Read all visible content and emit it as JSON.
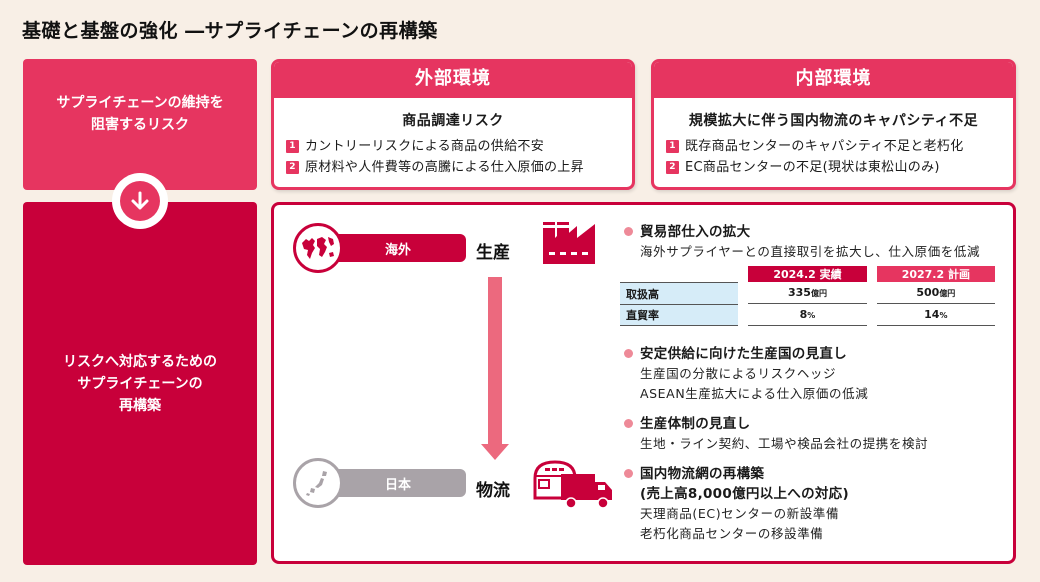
{
  "page_title": "基礎と基盤の強化 ―サプライチェーンの再構築",
  "left_column": {
    "risk_box": {
      "line1": "サプライチェーンの維持を",
      "line2": "阻害するリスク"
    },
    "arrow_icon": "arrow-down-circle-icon",
    "response_box": {
      "line1": "リスクへ対応するための",
      "line2": "サプライチェーンの",
      "line3": "再構築"
    }
  },
  "external_environment": {
    "header": "外部環境",
    "subtitle": "商品調達リスク",
    "items": [
      {
        "num": "1",
        "text": "カントリーリスクによる商品の供給不安"
      },
      {
        "num": "2",
        "text": "原材料や人件費等の高騰による仕入原価の上昇"
      }
    ]
  },
  "internal_environment": {
    "header": "内部環境",
    "subtitle": "規模拡大に伴う国内物流のキャパシティ不足",
    "items": [
      {
        "num": "1",
        "text": "既存商品センターのキャパシティ不足と老朽化"
      },
      {
        "num": "2",
        "text": "EC商品センターの不足(現状は東松山のみ)"
      }
    ]
  },
  "flow": {
    "overseas": {
      "pill_label": "海外",
      "stage": "生産",
      "icon": "world-map-icon",
      "stage_icon": "factory-icon"
    },
    "japan": {
      "pill_label": "日本",
      "stage": "物流",
      "icon": "japan-map-icon",
      "stage_icon": "warehouse-truck-icon"
    }
  },
  "colors": {
    "primary_red": "#c8003a",
    "accent_pink": "#e63560",
    "arrow_pink": "#ec697e",
    "bullet_pink": "#ee8a98",
    "gray_pill": "#a9a3a8",
    "table_label_bg": "#d6ecf8",
    "background": "#f8efe6"
  },
  "initiatives": [
    {
      "title": "貿易部仕入の拡大",
      "descriptions": [
        "海外サプライヤーとの直接取引を拡大し、仕入原価を低減"
      ]
    },
    {
      "title": "安定供給に向けた生産国の見直し",
      "descriptions": [
        "生産国の分散によるリスクヘッジ",
        "ASEAN生産拡大による仕入原価の低減"
      ]
    },
    {
      "title": "生産体制の見直し",
      "descriptions": [
        "生地・ライン契約、工場や検品会社の提携を検討"
      ]
    },
    {
      "title": "国内物流網の再構築",
      "title_line2": "(売上高8,000億円以上への対応)",
      "descriptions": [
        "天理商品(EC)センターの新設準備",
        "老朽化商品センターの移設準備"
      ]
    }
  ],
  "metrics_table": {
    "columns": [
      "2024.2 実績",
      "2027.2 計画"
    ],
    "rows": [
      {
        "label": "取扱高",
        "values": [
          {
            "num": "335",
            "unit": "億円"
          },
          {
            "num": "500",
            "unit": "億円"
          }
        ]
      },
      {
        "label": "直貿率",
        "values": [
          {
            "num": "8",
            "unit": "%"
          },
          {
            "num": "14",
            "unit": "%"
          }
        ]
      }
    ]
  }
}
